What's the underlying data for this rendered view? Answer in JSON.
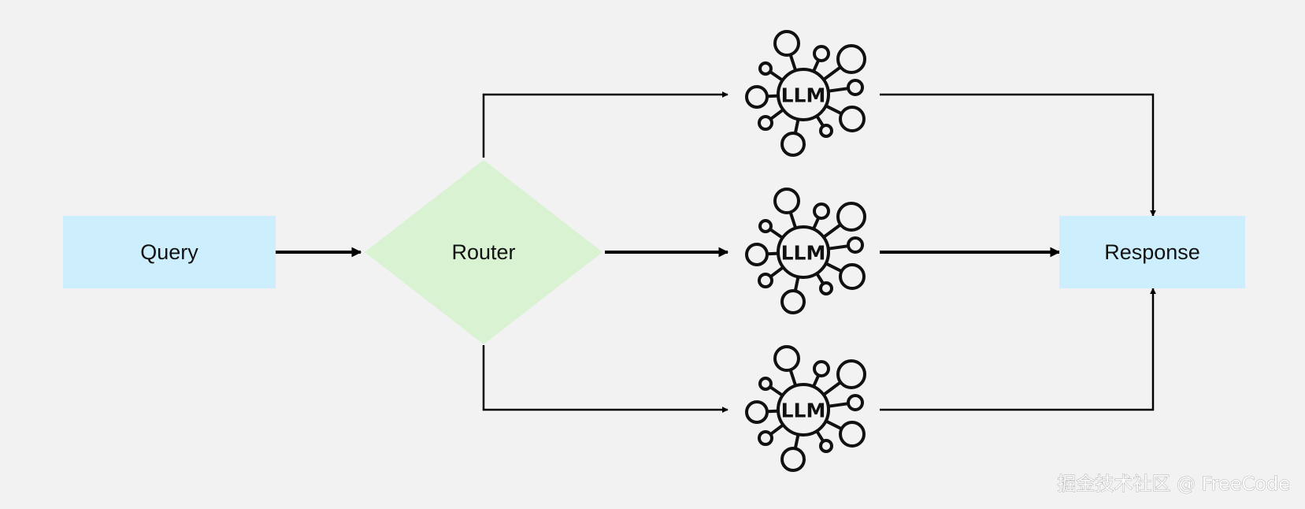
{
  "nodes": {
    "query": {
      "label": "Query",
      "fill": "#cdeefc"
    },
    "router": {
      "label": "Router",
      "fill": "#d8f2d2"
    },
    "response": {
      "label": "Response",
      "fill": "#cdeefc"
    },
    "llm_top": {
      "label": "LLM",
      "icon": "network-hub-icon"
    },
    "llm_middle": {
      "label": "LLM",
      "icon": "network-hub-icon"
    },
    "llm_bottom": {
      "label": "LLM",
      "icon": "network-hub-icon"
    }
  },
  "watermark": {
    "text": "掘金技术社区 @ FreeCode"
  },
  "colors": {
    "background": "#f2f2f2",
    "line": "#000000",
    "icon_stroke": "#111111"
  }
}
